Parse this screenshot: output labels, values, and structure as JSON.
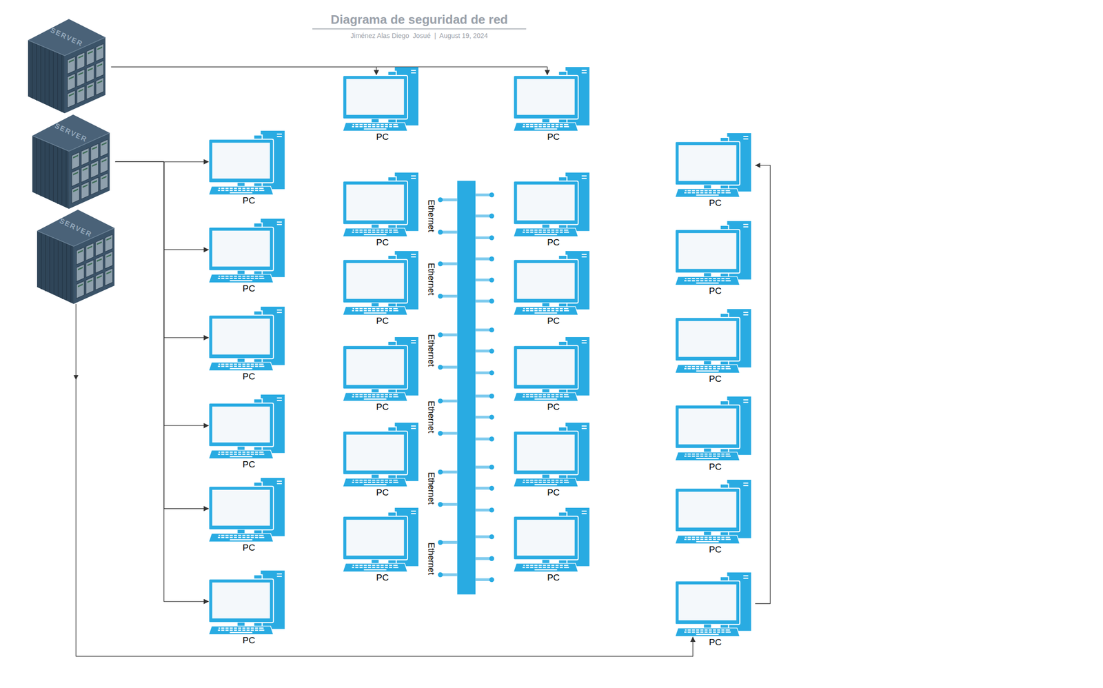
{
  "diagram": {
    "title": "Diagrama de seguridad de red",
    "caption": "Jiménez Alas Diego  Josué  |  August 19, 2024",
    "nodes": [
      {
        "text": [
          "SERVER"
        ]
      },
      {
        "text": [
          "SERVER"
        ]
      },
      {
        "text": [
          "SERVER"
        ]
      },
      {
        "text": [
          "PC"
        ]
      },
      {
        "text": [
          "PC"
        ]
      },
      {
        "text": [
          "PC"
        ]
      },
      {
        "text": [
          "PC"
        ]
      },
      {
        "text": [
          "PC"
        ]
      },
      {
        "text": [
          "PC"
        ]
      },
      {
        "text": [
          "PC"
        ]
      },
      {
        "text": [
          "PC"
        ]
      },
      {
        "text": [
          "PC"
        ]
      },
      {
        "text": [
          "PC"
        ]
      },
      {
        "text": [
          "PC"
        ]
      },
      {
        "text": [
          "PC"
        ]
      },
      {
        "text": [
          "PC"
        ]
      },
      {
        "text": [
          "PC"
        ]
      },
      {
        "text": [
          "PC"
        ]
      },
      {
        "text": [
          "PC"
        ]
      },
      {
        "text": [
          "PC"
        ]
      },
      {
        "text": [
          "PC"
        ]
      },
      {
        "text": [
          "PC"
        ]
      },
      {
        "text": [
          "PC"
        ]
      },
      {
        "text": [
          "PC"
        ]
      },
      {
        "text": [
          "PC"
        ]
      },
      {
        "text": [
          "PC"
        ]
      },
      {
        "text": [
          "PC"
        ]
      }
    ],
    "edges": [
      {
        "from": 0,
        "to": 3,
        "arrow": "to"
      },
      {
        "from": 0,
        "to": 4,
        "arrow": "to"
      },
      {
        "from": 1,
        "to": 5,
        "arrow": "to"
      },
      {
        "from": 1,
        "to": 6,
        "arrow": "to"
      },
      {
        "from": 1,
        "to": 7,
        "arrow": "to"
      },
      {
        "from": 1,
        "to": 8,
        "arrow": "to"
      },
      {
        "from": 1,
        "to": 9,
        "arrow": "to"
      },
      {
        "from": 1,
        "to": 10,
        "arrow": "to"
      },
      {
        "from": 2,
        "to": 26,
        "arrow": "to"
      },
      {
        "from": 26,
        "to": 21,
        "arrow": "to"
      }
    ],
    "labels": [
      "Ethernet",
      "Ethernet",
      "Ethernet",
      "Ethernet",
      "Ethernet",
      "Ethernet"
    ]
  }
}
